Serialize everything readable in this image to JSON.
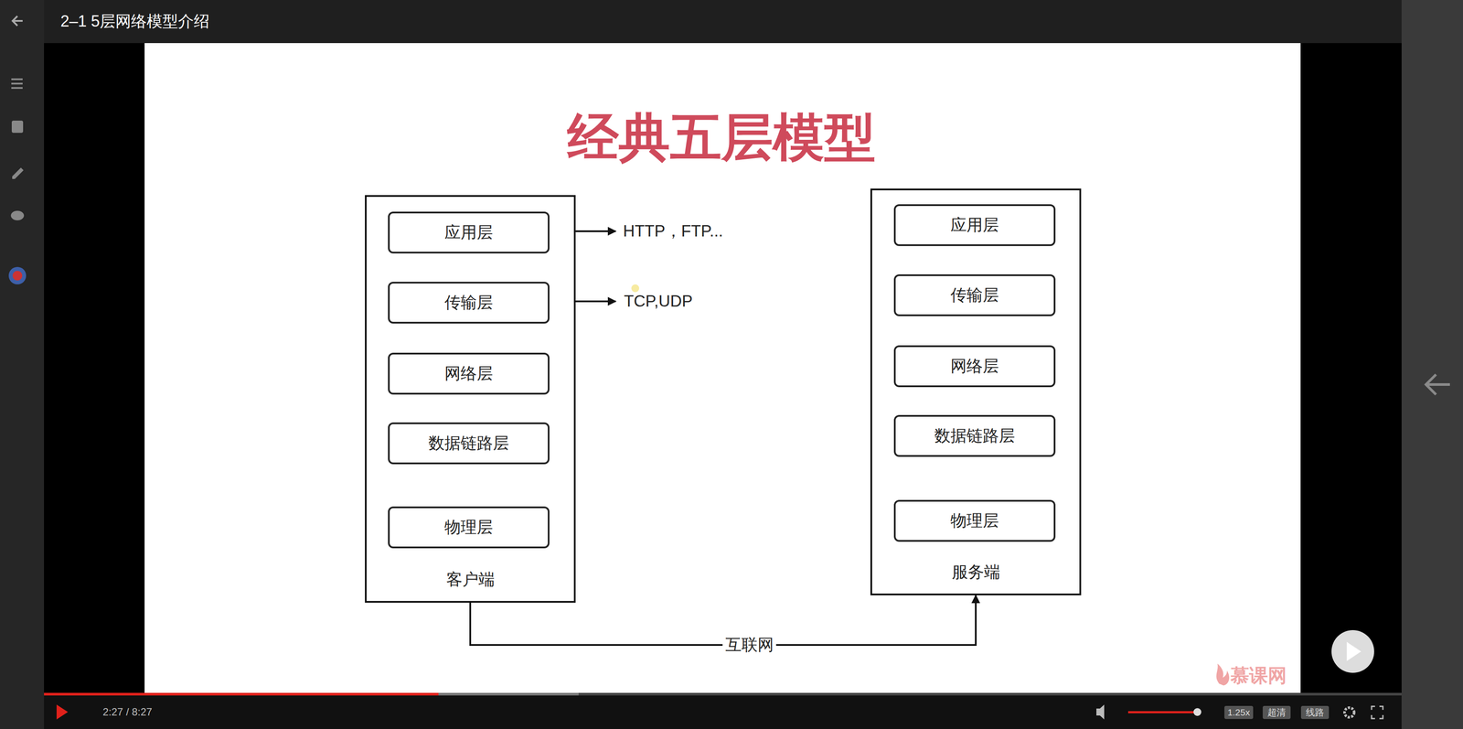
{
  "diagram": {
    "title": "经典五层模型",
    "nodes": [
      {
        "text": [
          "客户端"
        ]
      },
      {
        "text": [
          "应用层"
        ],
        "in": 0
      },
      {
        "text": [
          "传输层"
        ],
        "in": 0
      },
      {
        "text": [
          "网络层"
        ],
        "in": 0
      },
      {
        "text": [
          "数据链路层"
        ],
        "in": 0
      },
      {
        "text": [
          "物理层"
        ],
        "in": 0
      },
      {
        "text": [
          "服务端"
        ]
      },
      {
        "text": [
          "应用层"
        ],
        "in": 6
      },
      {
        "text": [
          "传输层"
        ],
        "in": 6
      },
      {
        "text": [
          "网络层"
        ],
        "in": 6
      },
      {
        "text": [
          "数据链路层"
        ],
        "in": 6
      },
      {
        "text": [
          "物理层"
        ],
        "in": 6
      }
    ],
    "edges": [
      {
        "from": 1,
        "to": 2,
        "arrow": "to"
      },
      {
        "from": 2,
        "to": 3,
        "arrow": "to"
      },
      {
        "from": 3,
        "to": 4,
        "arrow": "to"
      },
      {
        "from": 4,
        "to": 5,
        "arrow": "to"
      },
      {
        "from": 11,
        "to": 10,
        "arrow": "to"
      },
      {
        "from": 10,
        "to": 9,
        "arrow": "to"
      },
      {
        "from": 9,
        "to": 8,
        "arrow": "to"
      },
      {
        "from": 8,
        "to": 7,
        "arrow": "to"
      },
      {
        "from": 0,
        "to": 6,
        "label": "互联网",
        "arrow": "to"
      }
    ],
    "labels": [
      "2–1 5层网络模型介绍",
      "HTTP，FTP...",
      "TCP,UDP",
      "2:27 / 8:27",
      "1.25x",
      "超清",
      "线路",
      "慕课网"
    ]
  }
}
